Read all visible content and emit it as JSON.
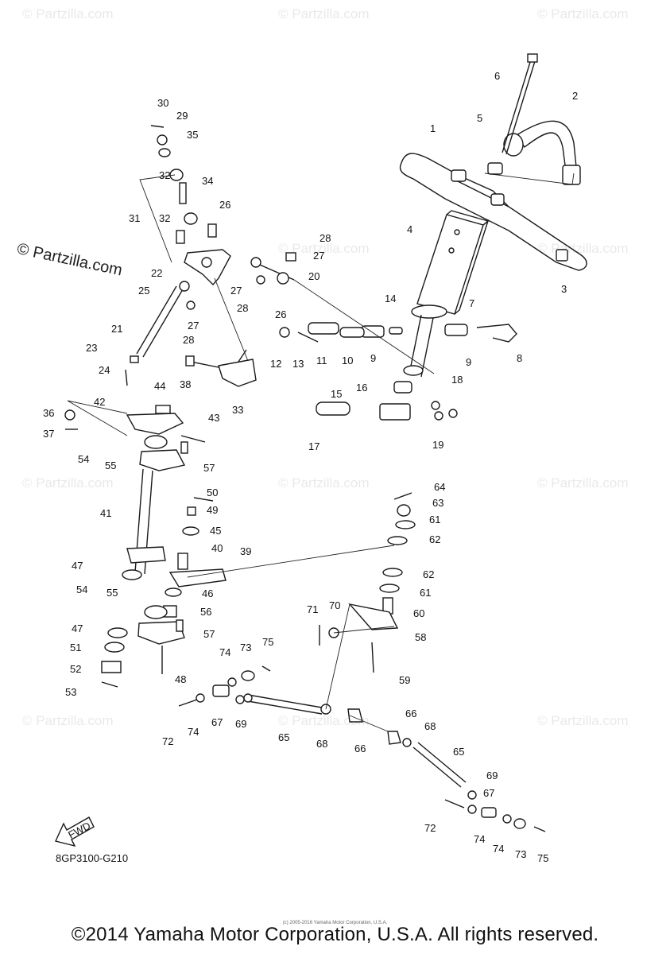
{
  "watermark": {
    "text": "© Partzilla.com",
    "repeated_text": "© Partzilla.com"
  },
  "diagram_code": "8GP3100-G210",
  "fwd_label": "FWD",
  "copyright": "©2014 Yamaha Motor Corporation, U.S.A. All rights reserved.",
  "small_credit": "(c) 2005-2016 Yamaha Motor Corporation, U.S.A.",
  "callouts": [
    "1",
    "2",
    "3",
    "4",
    "5",
    "6",
    "7",
    "8",
    "9",
    "9",
    "10",
    "11",
    "12",
    "13",
    "14",
    "15",
    "16",
    "17",
    "18",
    "19",
    "20",
    "21",
    "22",
    "23",
    "24",
    "25",
    "26",
    "26",
    "27",
    "27",
    "27",
    "28",
    "28",
    "28",
    "29",
    "30",
    "31",
    "32",
    "32",
    "33",
    "34",
    "35",
    "36",
    "37",
    "38",
    "39",
    "40",
    "41",
    "42",
    "43",
    "44",
    "45",
    "46",
    "47",
    "47",
    "48",
    "49",
    "50",
    "51",
    "52",
    "53",
    "54",
    "54",
    "55",
    "55",
    "56",
    "57",
    "57",
    "58",
    "59",
    "60",
    "61",
    "61",
    "62",
    "62",
    "63",
    "64",
    "65",
    "65",
    "66",
    "66",
    "67",
    "67",
    "68",
    "68",
    "69",
    "69",
    "70",
    "71",
    "72",
    "72",
    "73",
    "73",
    "74",
    "74",
    "74",
    "74",
    "75",
    "75"
  ]
}
